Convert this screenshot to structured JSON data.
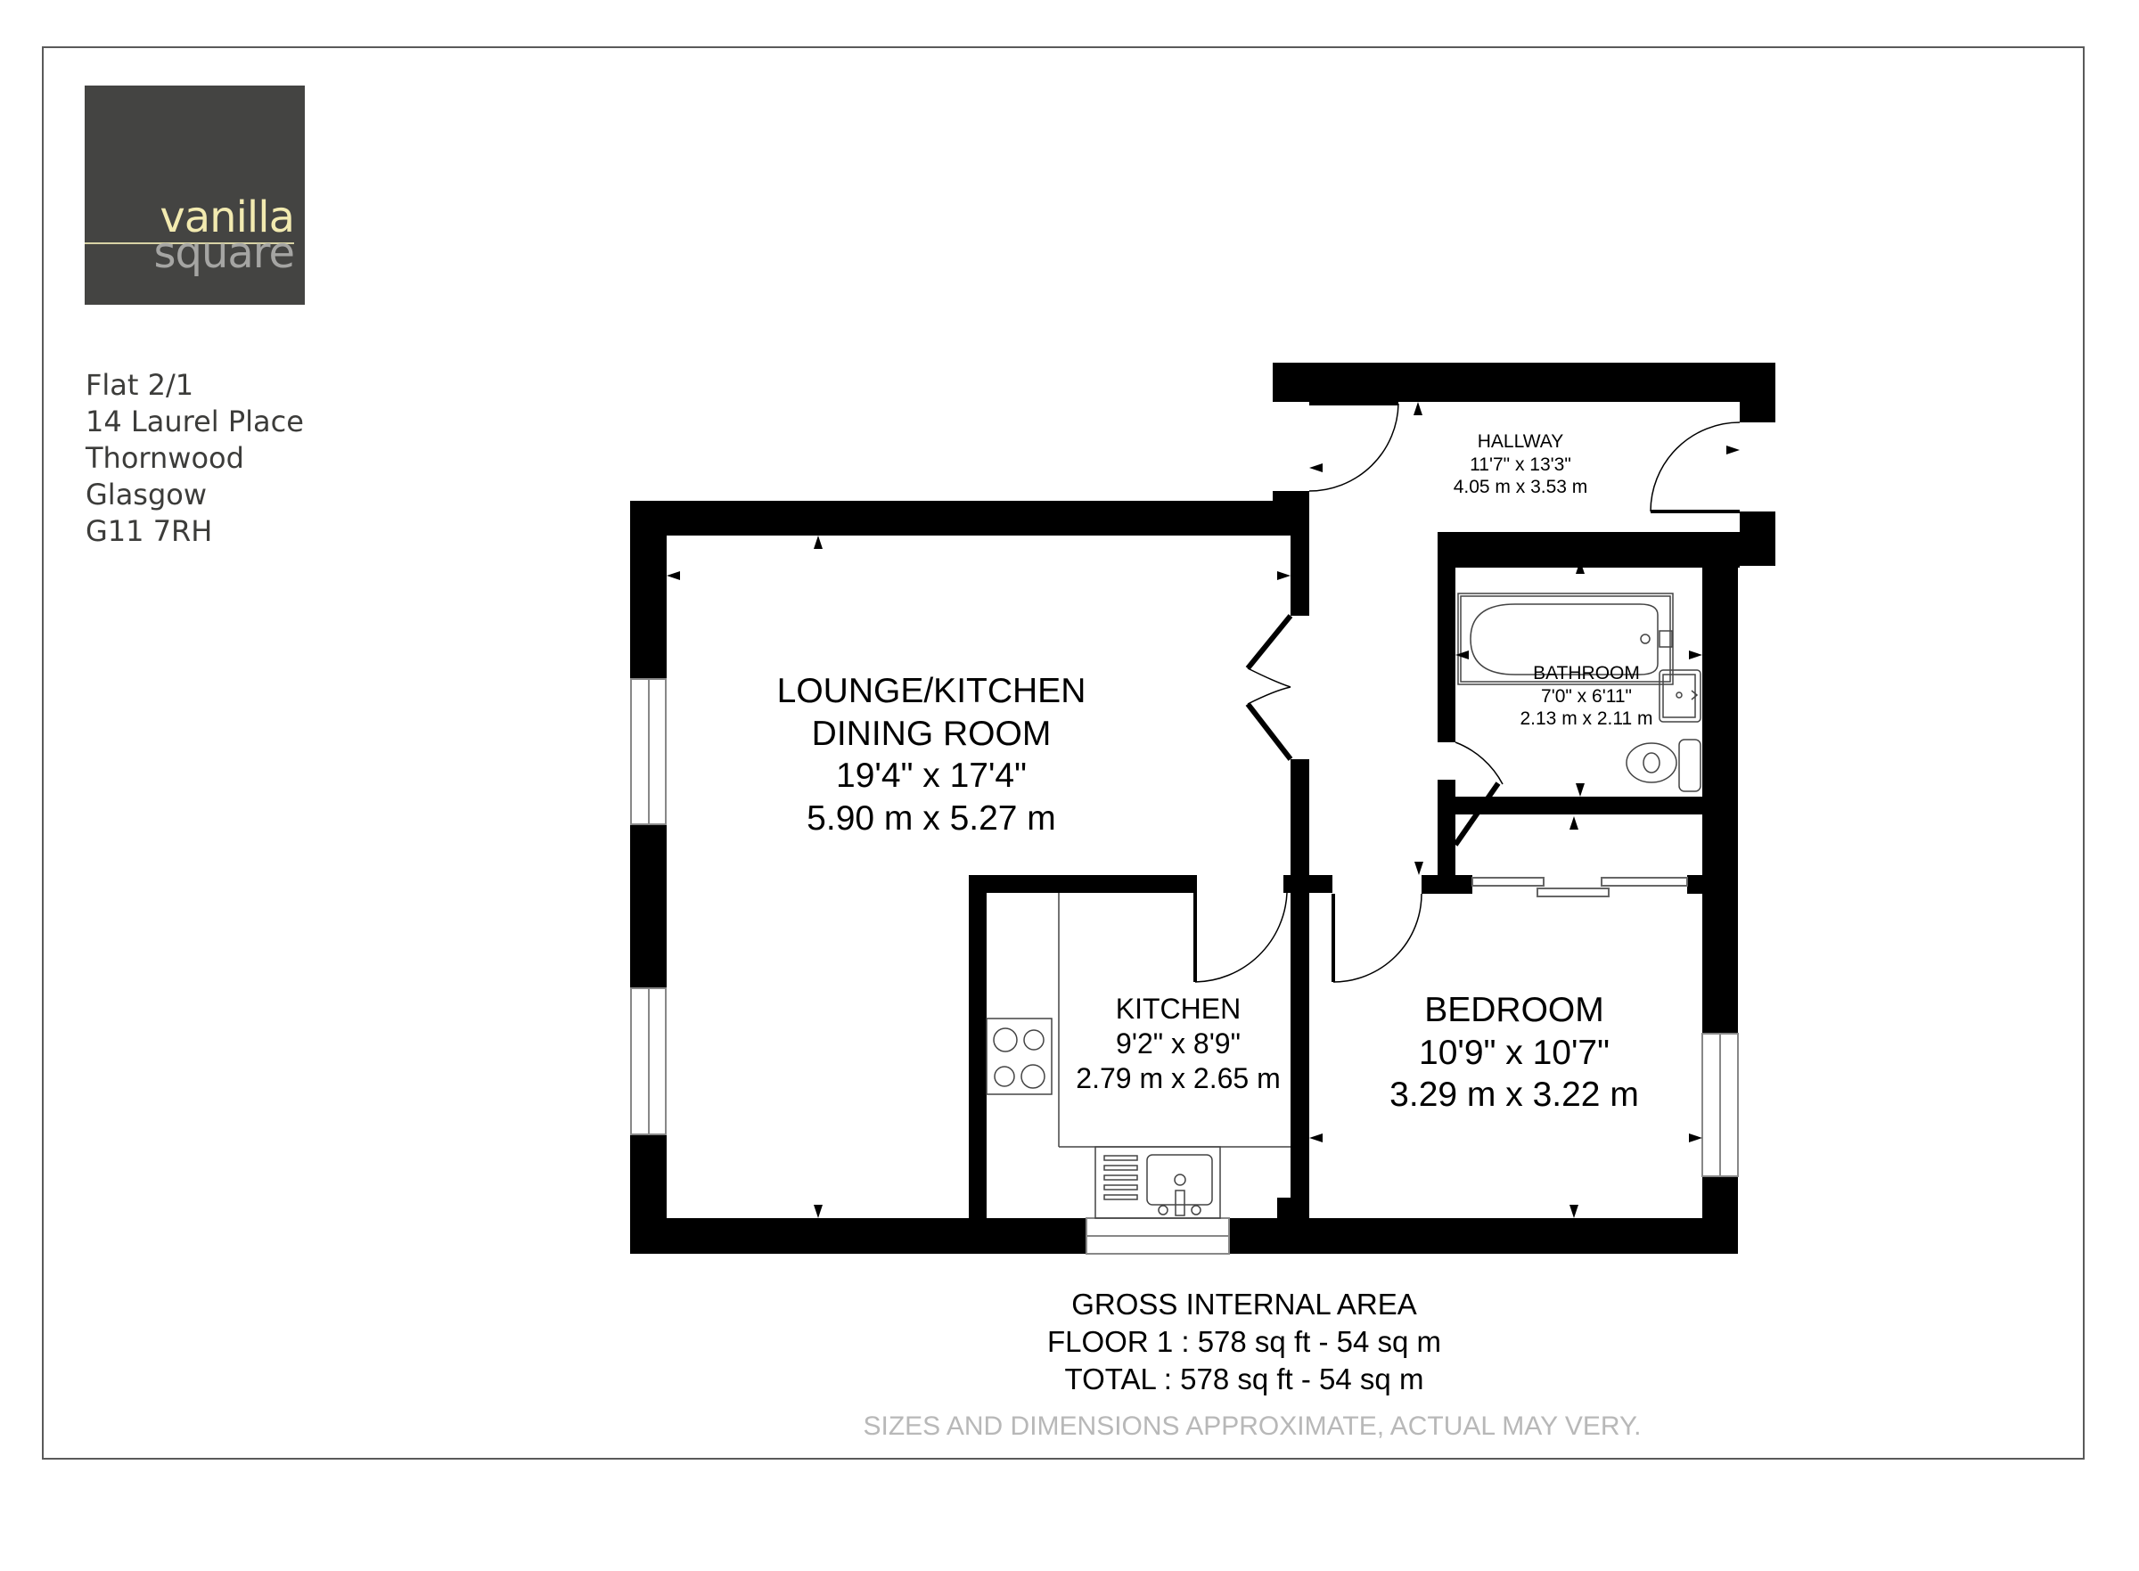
{
  "brand": {
    "line1": "vanilla",
    "line2": "square",
    "colors": {
      "background": "#444442",
      "accent": "#f2eab0",
      "secondary": "#a5a5a3"
    }
  },
  "address": {
    "lines": [
      "Flat 2/1",
      "14 Laurel Place",
      "Thornwood",
      "Glasgow",
      "G11 7RH"
    ]
  },
  "rooms": {
    "lounge": {
      "name_line1": "LOUNGE/KITCHEN",
      "name_line2": "DINING ROOM",
      "imperial": "19'4\" x 17'4\"",
      "metric": "5.90 m x 5.27 m"
    },
    "hallway": {
      "name": "HALLWAY",
      "imperial": "11'7\" x 13'3\"",
      "metric": "4.05 m x 3.53 m"
    },
    "bathroom": {
      "name": "BATHROOM",
      "imperial": "7'0\" x 6'11\"",
      "metric": "2.13 m x 2.11 m"
    },
    "kitchen": {
      "name": "KITCHEN",
      "imperial": "9'2\" x 8'9\"",
      "metric": "2.79 m x 2.65 m"
    },
    "bedroom": {
      "name": "BEDROOM",
      "imperial": "10'9\" x 10'7\"",
      "metric": "3.29 m x 3.22 m"
    }
  },
  "gross_area": {
    "title": "GROSS INTERNAL AREA",
    "floor1": "FLOOR 1 : 578 sq ft - 54 sq m",
    "total": "TOTAL : 578 sq ft - 54 sq m"
  },
  "disclaimer": "SIZES AND DIMENSIONS APPROXIMATE, ACTUAL MAY VERY.",
  "colors": {
    "wall": "#000000",
    "frame": "#5a5a5a",
    "disclaimer": "#b8b8b8",
    "address": "#3c3c3a"
  }
}
